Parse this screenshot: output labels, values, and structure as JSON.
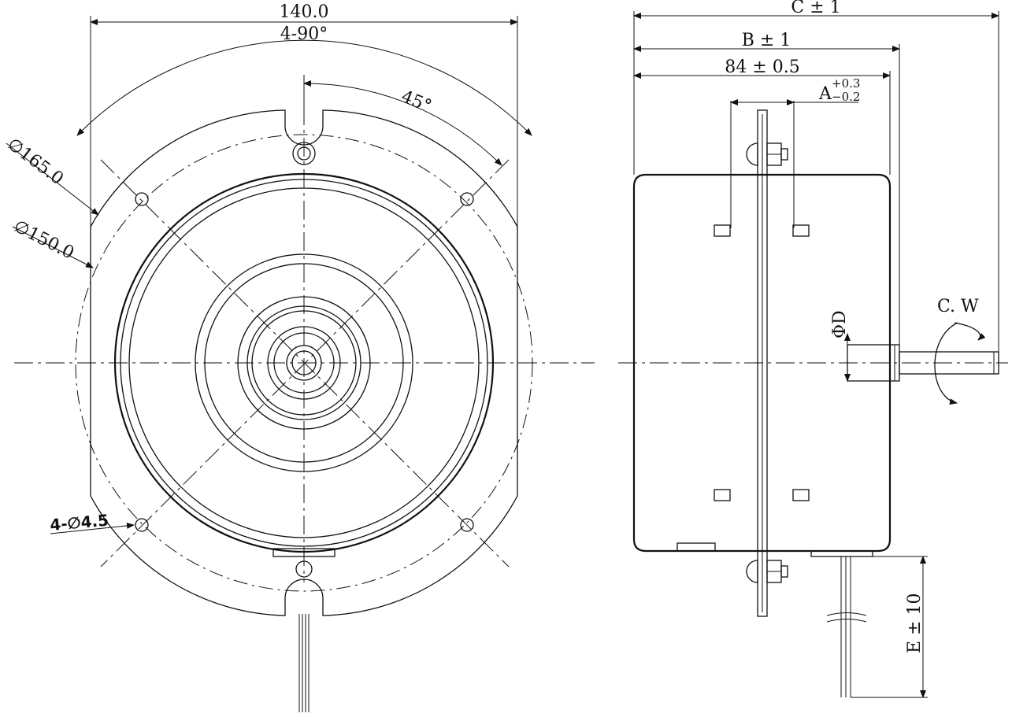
{
  "front_view": {
    "width_dim": "140.0",
    "bolt_angle_dim": "4-90°",
    "offset_angle_dim": "45°",
    "outer_dia_dim": "∅165.0",
    "pcd_dim": "∅150.0",
    "hole_dim": "4-∅4.5"
  },
  "side_view": {
    "overall_length_dim": "C ± 1",
    "shaft_end_dim": "B ± 1",
    "body_length_dim": "84 ± 0.5",
    "flange_dim_letter": "A",
    "flange_tol_upper": "+0.3",
    "flange_tol_lower": "−0.2",
    "shaft_dia_dim": "ΦD",
    "rotation_label": "C. W",
    "lead_length_dim": "E ± 10"
  }
}
